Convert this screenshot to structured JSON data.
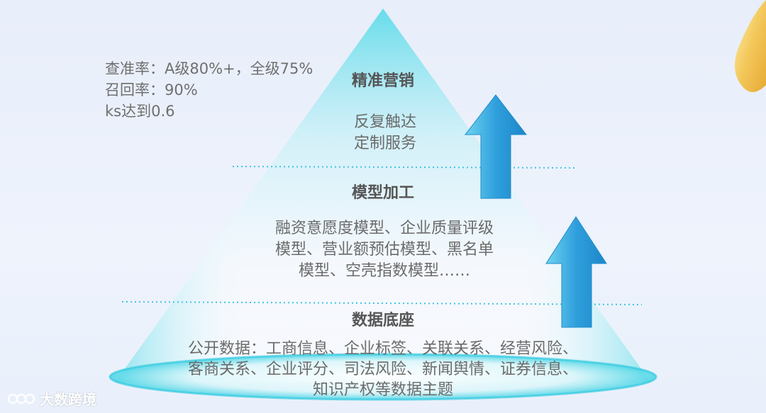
{
  "metrics": {
    "line1": "查准率：A级80%+，全级75%",
    "line2": "召回率：90%",
    "line3": "ks达到0.6"
  },
  "top": {
    "title": "精准营销",
    "line1": "反复触达",
    "line2": "定制服务"
  },
  "middle": {
    "title": "模型加工",
    "line1": "融资意愿度模型、企业质量评级",
    "line2": "模型、营业额预估模型、黑名单",
    "line3": "模型、空壳指数模型……"
  },
  "bottom": {
    "title": "数据底座",
    "line1": "公开数据：工商信息、企业标签、关联关系、经营风险、",
    "line2": "客商关系、企业评分、司法风险、新闻舆情、证券信息、",
    "line3": "知识产权等数据主题"
  },
  "watermark": {
    "text": "大数跨境",
    "icon": "logo-icon"
  },
  "colors": {
    "cyan": "#4fd6e6",
    "arrow": "#3aa6dd",
    "text": "#6b6b6b"
  }
}
